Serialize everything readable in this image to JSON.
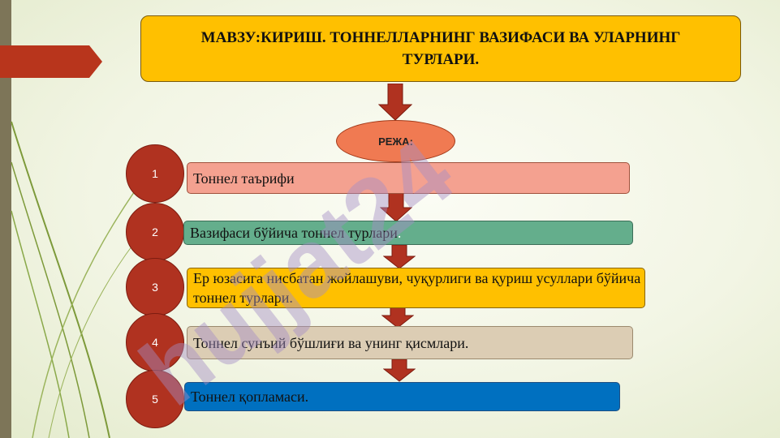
{
  "title": "МАВЗУ:КИРИШ. ТОННЕЛЛАРНИНГ ВАЗИФАСИ ВА УЛАРНИНГ ТУРЛАРИ.",
  "plan_label": "РЕЖА:",
  "items": [
    {
      "number": "1",
      "text": "Тоннел таърифи"
    },
    {
      "number": "2",
      "text": "Вазифаси бўйича тоннел турлари",
      "tail": "."
    },
    {
      "number": "3",
      "text": "Ер юзасига нисбатан жойлашуви, чуқурлиги ва қуриш усуллари бўйича тоннел турлари."
    },
    {
      "number": "4",
      "text": "Тоннел сунъий бўшлиғи ва унинг қисмлари."
    },
    {
      "number": "5",
      "text": "Тоннел қопламаси."
    }
  ],
  "watermark": "hujjat24",
  "colors": {
    "title_fill": "#ffc000",
    "plan_fill": "#f07a52",
    "arrow_fill": "#b03220",
    "circle_fill": "#b03220",
    "item1_fill": "#f4a190",
    "item2_fill": "#64ae8c",
    "item3_fill": "#ffc000",
    "item4_fill": "#dccdb4",
    "item5_fill": "#0070c0",
    "watermark": "#a58ec6"
  }
}
